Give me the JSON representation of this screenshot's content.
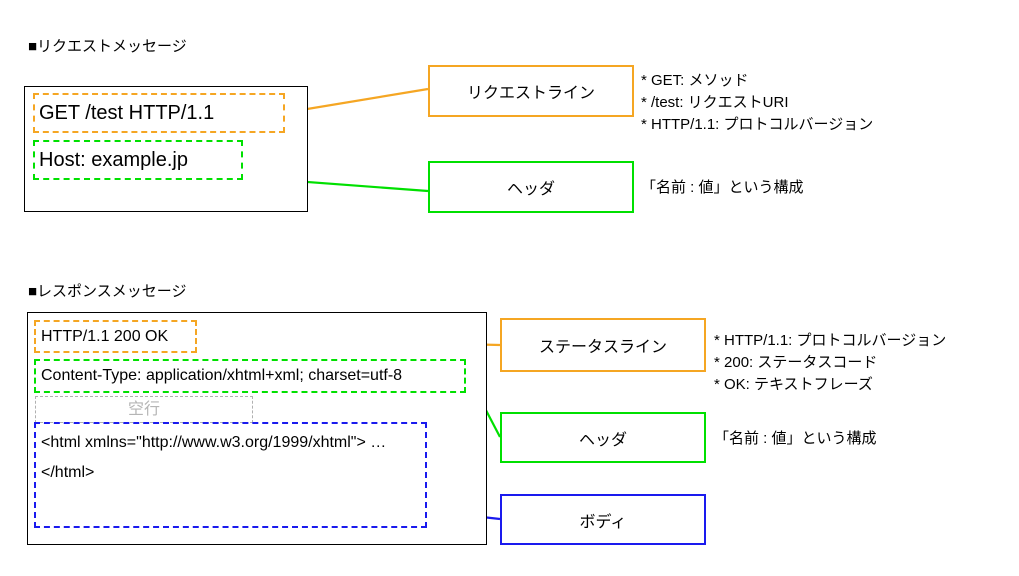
{
  "colors": {
    "orange": "#f5a623",
    "green": "#00e000",
    "blue": "#1a1aee",
    "gray": "#b0b0b0",
    "black": "#000000"
  },
  "request_section": {
    "heading": "■リクエストメッセージ",
    "message_lines": {
      "request_line": "GET /test HTTP/1.1",
      "header_line": "Host: example.jp"
    },
    "labels": {
      "request_line": "リクエストライン",
      "header": "ヘッダ"
    },
    "notes": {
      "request_line": [
        "* GET: メソッド",
        "* /test: リクエストURI",
        "* HTTP/1.1: プロトコルバージョン"
      ],
      "header": [
        "「名前 : 値」という構成"
      ]
    }
  },
  "response_section": {
    "heading": "■レスポンスメッセージ",
    "message_lines": {
      "status_line": "HTTP/1.1 200 OK",
      "header_line": "Content-Type: application/xhtml+xml; charset=utf-8",
      "blank_line": "空行",
      "body_lines": [
        "<html xmlns=\"http://www.w3.org/1999/xhtml\">",
        "…",
        "</html>"
      ]
    },
    "labels": {
      "status_line": "ステータスライン",
      "header": "ヘッダ",
      "body": "ボディ"
    },
    "notes": {
      "status_line": [
        "* HTTP/1.1: プロトコルバージョン",
        "* 200: ステータスコード",
        "* OK: テキストフレーズ"
      ],
      "header": [
        "「名前 : 値」という構成"
      ]
    }
  }
}
